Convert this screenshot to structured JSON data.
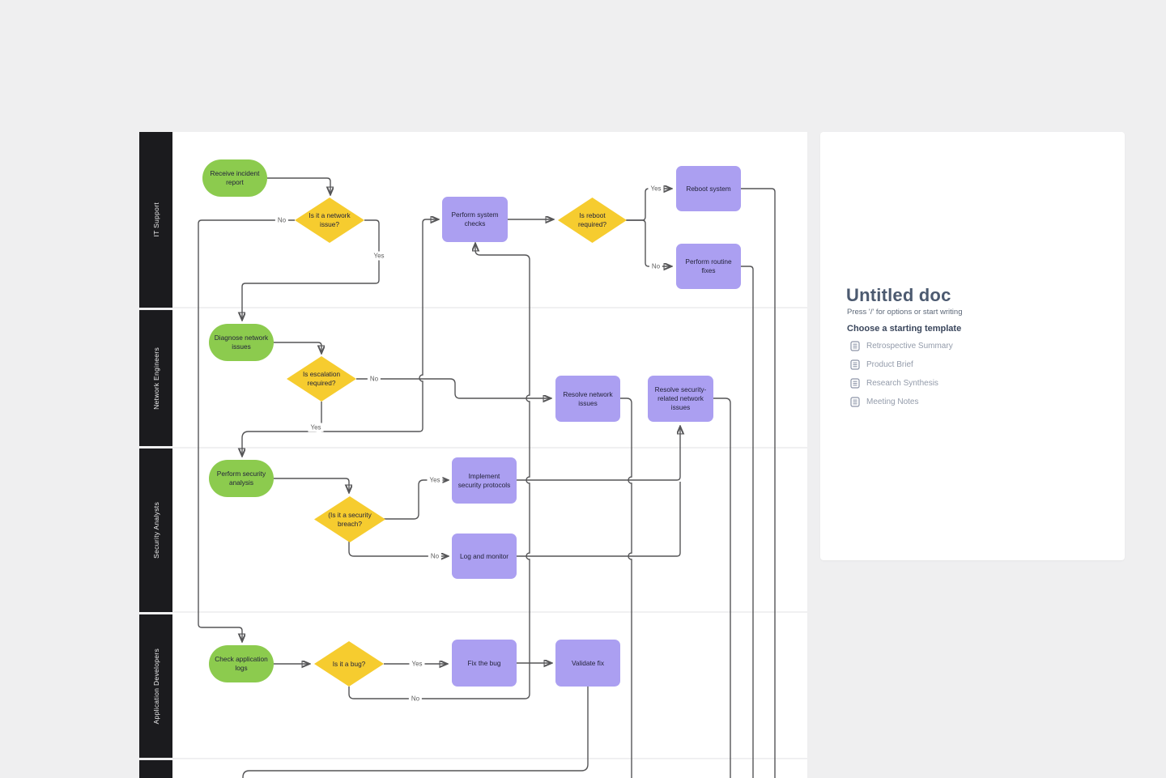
{
  "board": {
    "lanes": [
      {
        "label": "IT Support"
      },
      {
        "label": "Network Engineers"
      },
      {
        "label": "Security Analysts"
      },
      {
        "label": "Application Developers"
      },
      {
        "label": ""
      }
    ],
    "nodes": [
      {
        "type": "start",
        "label": "Receive incident report"
      },
      {
        "type": "decision",
        "label": "Is it a network issue?"
      },
      {
        "type": "process",
        "label": "Perform system checks"
      },
      {
        "type": "decision",
        "label": "Is reboot required?"
      },
      {
        "type": "process",
        "label": "Reboot system"
      },
      {
        "type": "process",
        "label": "Perform routine fixes"
      },
      {
        "type": "start",
        "label": "Diagnose network issues"
      },
      {
        "type": "decision",
        "label": "Is escalation required?"
      },
      {
        "type": "process",
        "label": "Resolve network issues"
      },
      {
        "type": "process",
        "label": "Resolve security-related network issues"
      },
      {
        "type": "start",
        "label": "Perform security analysis"
      },
      {
        "type": "decision",
        "label": "(Is it a security breach?"
      },
      {
        "type": "process",
        "label": "Implement security protocols"
      },
      {
        "type": "process",
        "label": "Log and monitor"
      },
      {
        "type": "start",
        "label": "Check application logs"
      },
      {
        "type": "decision",
        "label": "Is it a bug?"
      },
      {
        "type": "process",
        "label": "Fix the bug"
      },
      {
        "type": "process",
        "label": "Validate fix"
      }
    ],
    "edge_labels": [
      {
        "text": "No"
      },
      {
        "text": "Yes"
      },
      {
        "text": "Yes"
      },
      {
        "text": "No"
      },
      {
        "text": "No"
      },
      {
        "text": "Yes"
      },
      {
        "text": "Yes"
      },
      {
        "text": "No"
      },
      {
        "text": "Yes"
      },
      {
        "text": "No"
      }
    ],
    "colors": {
      "start_node": "#8ccb4e",
      "decision_node": "#f6cc2f",
      "process_node": "#ab9ff1",
      "connector": "#555557",
      "lane_background": "#1b1b1e"
    }
  },
  "doc_panel": {
    "title": "Untitled doc",
    "hint": "Press '/' for options or start writing",
    "templates_heading": "Choose a starting template",
    "templates": [
      {
        "label": "Retrospective Summary"
      },
      {
        "label": "Product Brief"
      },
      {
        "label": "Research Synthesis"
      },
      {
        "label": "Meeting Notes"
      }
    ]
  }
}
